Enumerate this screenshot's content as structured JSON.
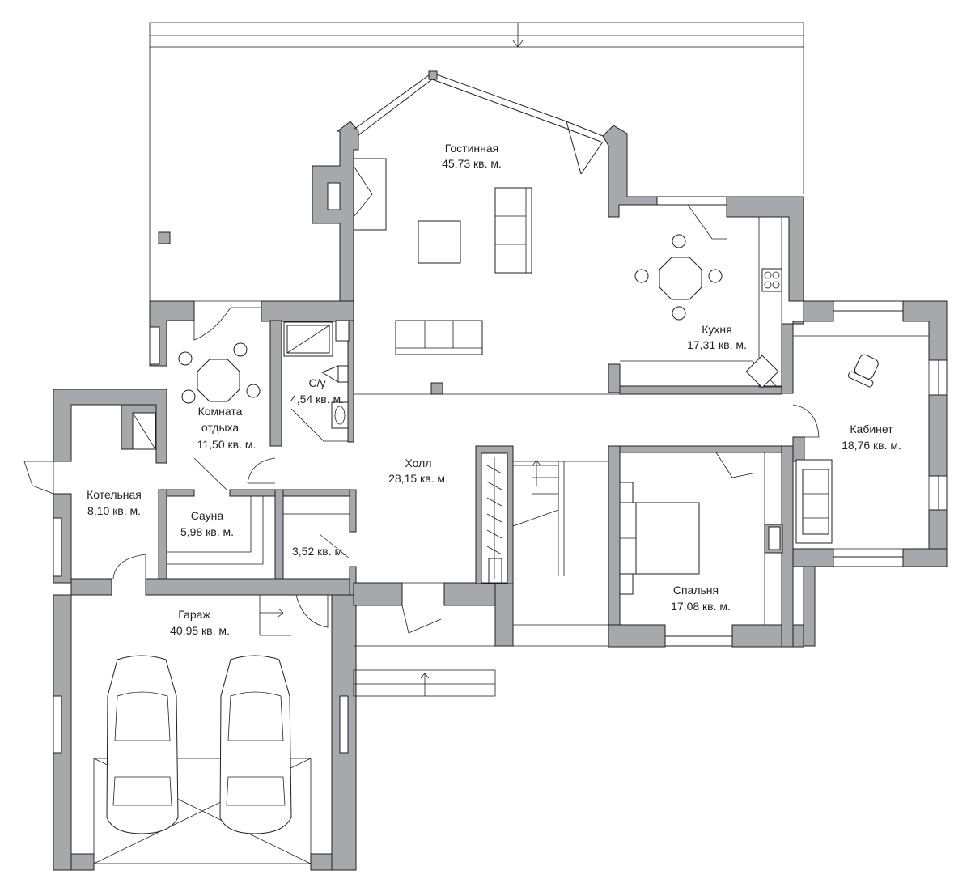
{
  "rooms": {
    "living": {
      "name": "Гостинная",
      "area": "45,73 кв. м."
    },
    "kitchen": {
      "name": "Кухня",
      "area": "17,31 кв. м."
    },
    "study": {
      "name": "Кабинет",
      "area": "18,76 кв. м."
    },
    "rest": {
      "name1": "Комната",
      "name2": "отдыха",
      "area": "11,50 кв. м."
    },
    "wc": {
      "name": "С/у",
      "area": "4,54 кв. м."
    },
    "hall": {
      "name": "Холл",
      "area": "28,15 кв. м."
    },
    "boiler": {
      "name": "Котельная",
      "area": "8,10 кв. м."
    },
    "sauna": {
      "name": "Сауна",
      "area": "5,98 кв. м."
    },
    "closet": {
      "area": "3,52 кв. м."
    },
    "bedroom": {
      "name": "Спальня",
      "area": "17,08 кв. м."
    },
    "garage": {
      "name": "Гараж",
      "area": "40,95 кв. м."
    }
  },
  "colors": {
    "wall": "#a6a8ab",
    "line": "#231f20",
    "background": "#ffffff"
  }
}
